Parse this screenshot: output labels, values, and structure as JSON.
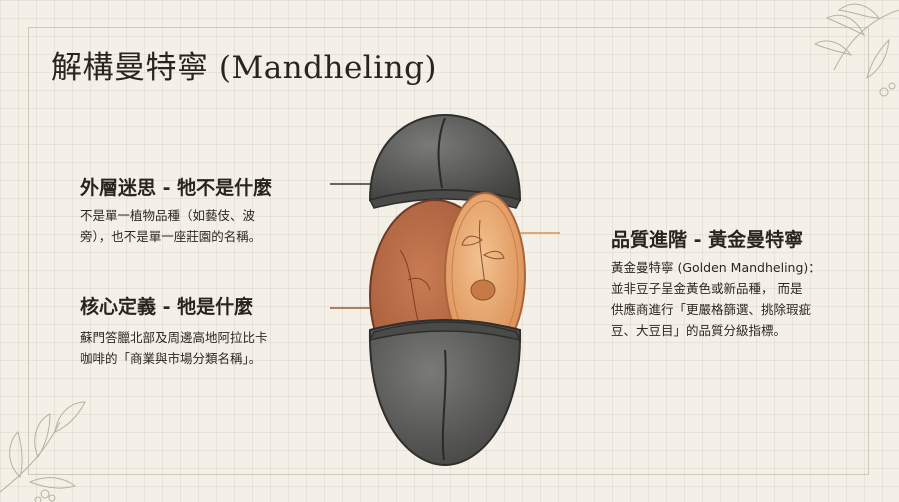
{
  "title": "解構曼特寧 (Mandheling)",
  "sections": [
    {
      "heading": "外層迷思 - 牠不是什麼",
      "body_lines": [
        "不是單一植物品種（如藝伎、波",
        "旁），也不是單一座莊園的名稱。"
      ]
    },
    {
      "heading": "核心定義 - 牠是什麼",
      "body_lines": [
        "蘇門答臘北部及周邊高地阿拉比卡",
        "咖啡的「商業與市場分類名稱」。"
      ]
    },
    {
      "heading": "品質進階 - 黃金曼特寧",
      "body_lines": [
        "黃金曼特寧 (Golden Mandheling)：",
        "並非豆子呈金黃色或新品種， 而是",
        "供應商進行「更嚴格篩選、挑除瑕疵",
        "豆、大豆目」的品質分級指標。"
      ]
    }
  ],
  "colors": {
    "background": "#f4f0e7",
    "text": "#2a2420",
    "outer_shell": "#5a5a58",
    "middle_layer": "#b86a45",
    "inner_core": "#e9a66a",
    "arrow_left": "#3a3633",
    "arrow_mid": "#9a5a3a",
    "arrow_right": "#d98f56"
  }
}
